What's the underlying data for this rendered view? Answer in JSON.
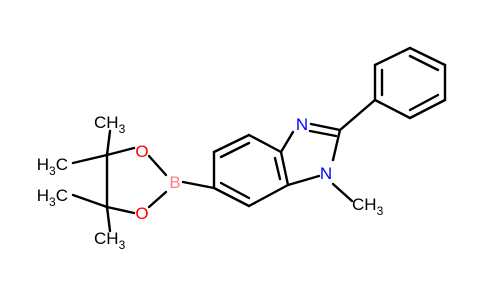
{
  "colors": {
    "bond": "#000000",
    "carbon_label": "#000000",
    "nitrogen": "#0000ff",
    "oxygen": "#ff0000",
    "boron": "#ff7f7f"
  },
  "atoms": {
    "n3": "N",
    "n1": "N",
    "n_methyl": "CH3",
    "boron": "B",
    "o_top": "O",
    "o_bottom": "O",
    "me_top": "CH3",
    "me_upper_left": "H3C",
    "me_lower_left": "H3C",
    "me_bottom": "CH3"
  }
}
